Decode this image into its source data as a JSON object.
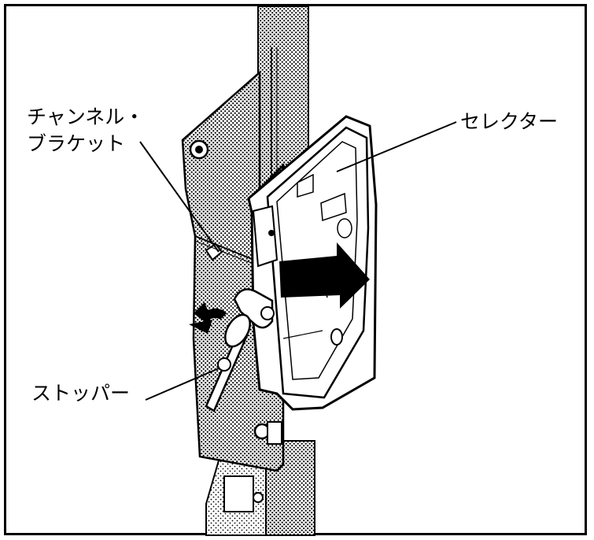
{
  "labels": {
    "channel_bracket_line1": "チャンネル・",
    "channel_bracket_line2": "ブラケット",
    "selector": "セレクター",
    "stopper": "ストッパー"
  }
}
